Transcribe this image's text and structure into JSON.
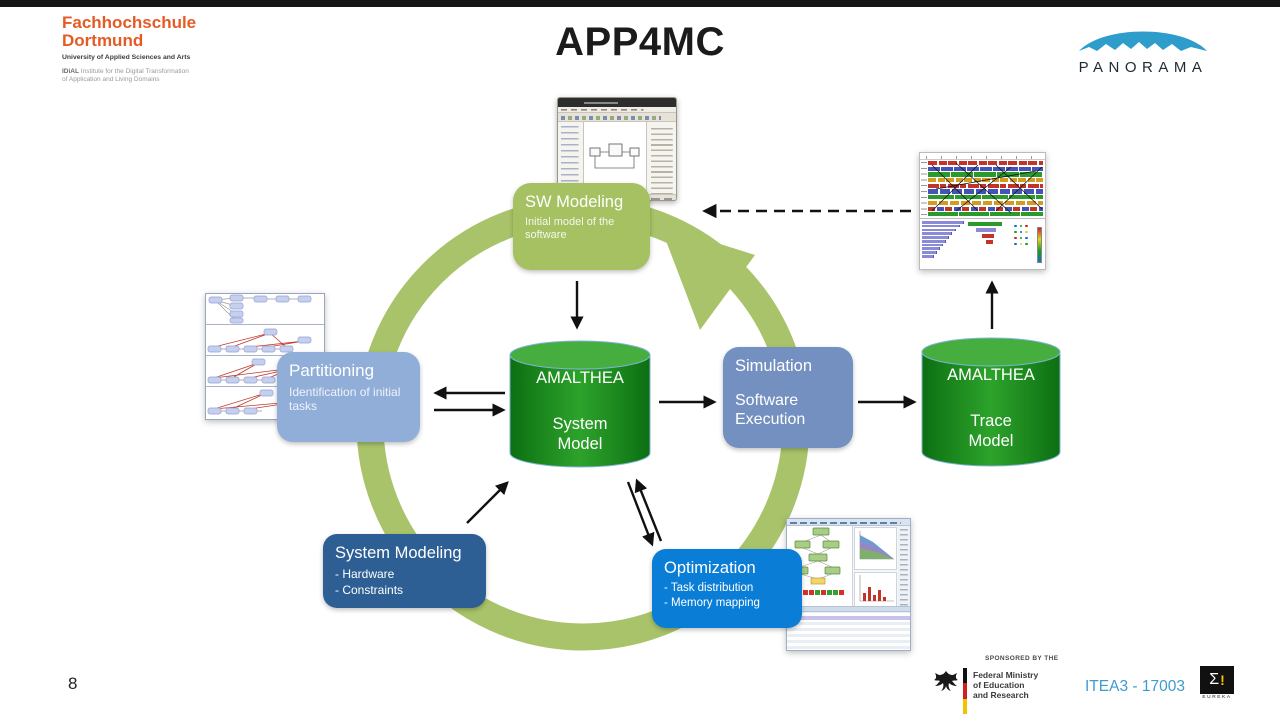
{
  "page": {
    "number": "8"
  },
  "header": {
    "title": "APP4MC",
    "fh": {
      "name1": "Fachhochschule",
      "name2": "Dortmund",
      "tagline": "University of Applied Sciences and Arts",
      "inst_bold": "IDiAL",
      "inst_line1": " Institute for the Digital Transformation",
      "inst_line2": "of Application and Living Domains"
    },
    "panorama": {
      "label": "PANORAMA",
      "arc_color": "#2f9dcb"
    }
  },
  "diagram": {
    "sw_modeling": {
      "title": "SW Modeling",
      "desc": "Initial model of the software"
    },
    "partitioning": {
      "title": "Partitioning",
      "desc": "Identification of initial tasks"
    },
    "simulation": {
      "title": "Simulation",
      "desc": "Software Execution"
    },
    "system_modeling": {
      "title": "System Modeling",
      "item1": "- Hardware",
      "item2": "- Constraints"
    },
    "optimization": {
      "title": "Optimization",
      "item1": "- Task distribution",
      "item2": "- Memory mapping"
    },
    "system_model": {
      "line1": "AMALTHEA",
      "line2": "System",
      "line3": "Model"
    },
    "trace_model": {
      "line1": "AMALTHEA",
      "line2": "Trace",
      "line3": "Model"
    },
    "colors": {
      "ring": "#a9c36a",
      "sw_modeling_box": "#a5c162",
      "partitioning_box": "#90aed8",
      "simulation_box": "#7390c0",
      "system_modeling_box": "#2d5f95",
      "optimization_box": "#0a7dd6",
      "cylinder_dark": "#0c6f12",
      "cylinder_light": "#2da32b",
      "arrow": "#111111"
    }
  },
  "footer": {
    "sponsored_by": "SPONSORED BY THE",
    "ministry_line1": "Federal Ministry",
    "ministry_line2": "of Education",
    "ministry_line3": "and Research",
    "project_id": "ITEA3 - 17003",
    "eureka_sigma": "Σ",
    "eureka_bang": "!",
    "eureka_label": "EUREKA"
  }
}
